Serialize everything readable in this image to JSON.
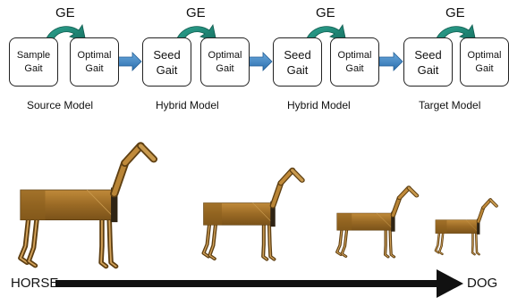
{
  "pipeline": {
    "stages": [
      {
        "ge": "GE",
        "box_a": "Sample\nGait",
        "box_b": "Optimal\nGait",
        "caption": "Source Model"
      },
      {
        "ge": "GE",
        "box_a": "Seed\nGait",
        "box_b": "Optimal\nGait",
        "caption": "Hybrid Model"
      },
      {
        "ge": "GE",
        "box_a": "Seed\nGait",
        "box_b": "Optimal\nGait",
        "caption": "Hybrid Model"
      },
      {
        "ge": "GE",
        "box_a": "Seed\nGait",
        "box_b": "Optimal\nGait",
        "caption": "Target Model"
      }
    ]
  },
  "morph_axis": {
    "start_label": "HORSE",
    "end_label": "DOG"
  },
  "colors": {
    "ge_arrow": "#1e8a78",
    "flow_arrow": "#3f86c6",
    "body": "#a9772b",
    "body_dark": "#6d4a17",
    "shoulder": "#2f2414",
    "axis_arrow": "#111111"
  }
}
